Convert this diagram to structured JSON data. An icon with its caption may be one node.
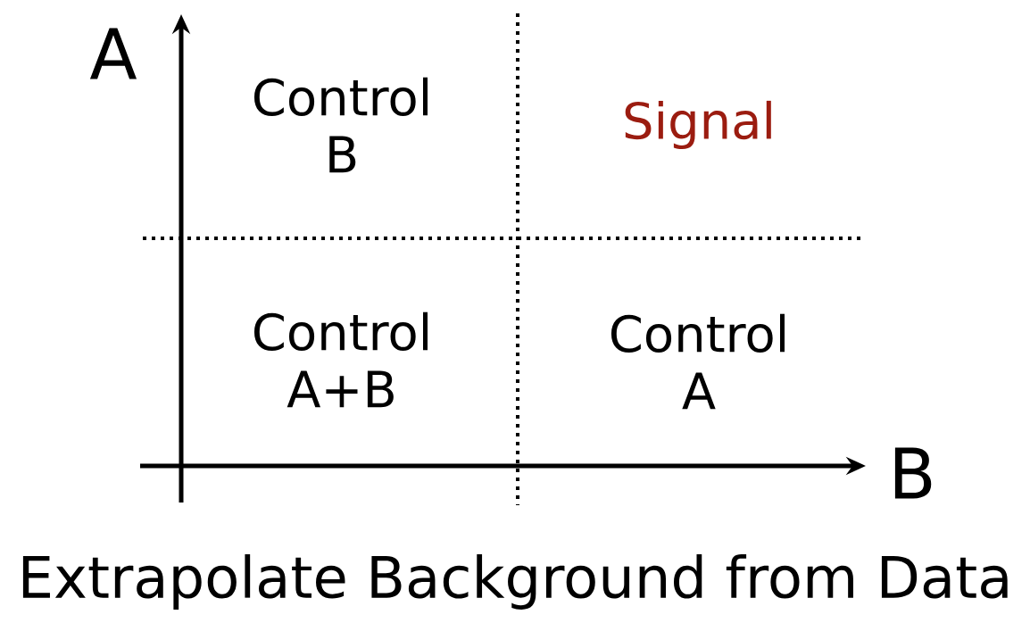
{
  "diagram": {
    "caption": "Extrapolate Background from Data",
    "labels": [
      "A",
      "Control B",
      "Signal",
      "Control A+B",
      "Control A",
      "B"
    ]
  }
}
